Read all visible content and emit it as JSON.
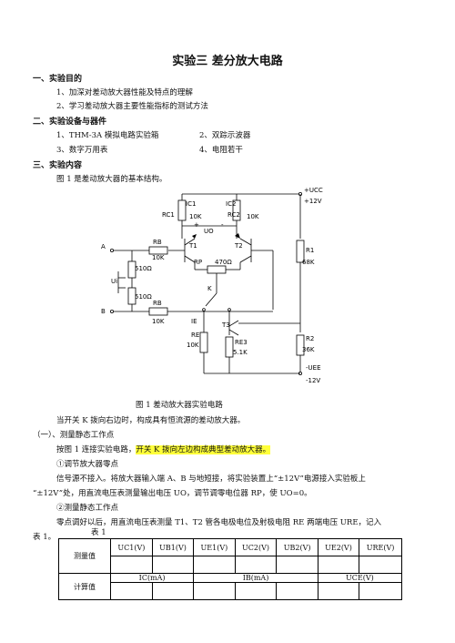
{
  "title": "实验三    差分放大电路",
  "sec1": {
    "heading": "一、实验目的",
    "items": [
      "1、加深对差动放大器性能及特点的理解",
      "2、学习差动放大器主要性能指标的测试方法"
    ]
  },
  "sec2": {
    "heading": "二、实验设备与器件",
    "items": [
      "1、THM-3A 模拟电路实验箱",
      "2、双踪示波器",
      "3、数字万用表",
      "4、电阻若干"
    ]
  },
  "sec3": {
    "heading": "三、实验内容",
    "intro": "图 1 是差动放大器的基本结构。"
  },
  "circuit": {
    "vcc": "+UCC",
    "vcc_val": "+12V",
    "vee": "-UEE",
    "vee_val": "-12V",
    "ic1": "IC1",
    "ic2": "IC2",
    "rc1": "RC1",
    "rc1_val": "10K",
    "rc2": "RC2",
    "rc2_val": "10K",
    "uo": "UO",
    "plus": "+",
    "minus": "-",
    "t1": "T1",
    "t2": "T2",
    "t3": "T3",
    "a": "A",
    "b": "B",
    "ui": "Ui",
    "k": "K",
    "rb1": "RB",
    "rb1_val": "10K",
    "rb2": "RB",
    "rb2_val": "10K",
    "r510a": "510Ω",
    "r510b": "510Ω",
    "rp": "RP",
    "rp_val": "470Ω",
    "r1": "R1",
    "r1_val": "68K",
    "r2": "R2",
    "r2_val": "36K",
    "ie": "IE",
    "re": "RE",
    "re_val": "10K",
    "re3": "RE3",
    "re3_val": "5.1K"
  },
  "fig_caption": "图 1    差动放大器实验电路",
  "p1": "当开关 K 拨向右边时，构成具有恒流源的差动放大器。",
  "sub1": "（一）、测量静态工作点",
  "p2": "按图 1 连接实验电路，",
  "p2_highlight": "开关 K 拨向左边构成典型差动放大器。",
  "s1": "①调节放大器零点",
  "p3a": "信号源不接入。将放大器输入端 A、B 与地短接，将实验装置上“±12V”电源接入实验板上",
  "p3b": "“±12V”处，用直流电压表测量输出电压 UO，调节调零电位器 RP，使 UO=0。",
  "s2": "②测量静态工作点",
  "p4a": "零点调好以后，用直流电压表测量 T1、T2 管各电极电位及射极电阻 RE 两端电压 URE，记入",
  "p4b": "表 1。",
  "table": {
    "label": "表  1",
    "row1_label": "测量值",
    "row1_headers": [
      "UC1(V)",
      "UB1(V)",
      "UE1(V)",
      "UC2(V)",
      "UB2(V)",
      "UE2(V)",
      "URE(V)"
    ],
    "row2_label": "计算值",
    "row2_headers": [
      "IC(mA)",
      "IB(mA)",
      "UCE(V)"
    ]
  }
}
